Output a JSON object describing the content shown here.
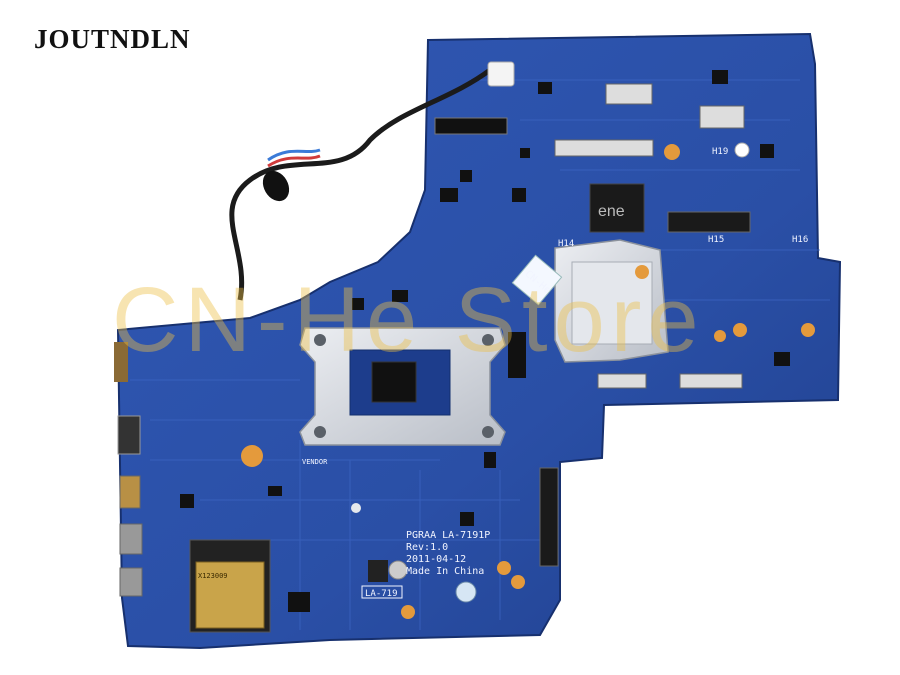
{
  "brand": {
    "text": "JOUTNDLN"
  },
  "watermark": {
    "text": "CN-He Store"
  },
  "board": {
    "model": "PGRAA  LA-7191P",
    "rev": "Rev:1.0",
    "date": "2011-04-12",
    "origin": "Made In China",
    "short_label": "LA-719",
    "vendor": "VENDOR",
    "chip_brand": "ene",
    "sticker": "CN-He",
    "holes": [
      "H14",
      "H15",
      "H16",
      "H19"
    ],
    "card_text": "X123009"
  },
  "colors": {
    "pcb": "#2a50a8",
    "pcb_dark": "#1c3a82",
    "heat_plate": "#d4d8de",
    "pad": "#e49a3c"
  }
}
